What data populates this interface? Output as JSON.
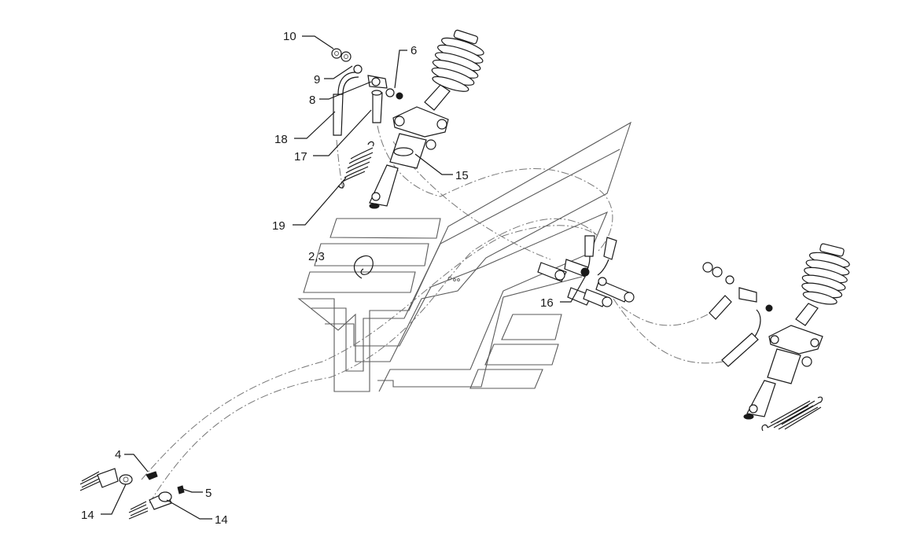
{
  "diagram": {
    "labels": {
      "p10": "10",
      "p9": "9",
      "p8": "8",
      "p6": "6",
      "p18": "18",
      "p17": "17",
      "p15": "15",
      "p19": "19",
      "p23": "2,3",
      "p16": "16",
      "p4": "4",
      "p5": "5",
      "p14a": "14",
      "p14b": "14"
    },
    "colors": {
      "line": "#1a1a1a",
      "tank": "#5a5a5a",
      "cable": "#777777",
      "background": "#ffffff"
    }
  }
}
